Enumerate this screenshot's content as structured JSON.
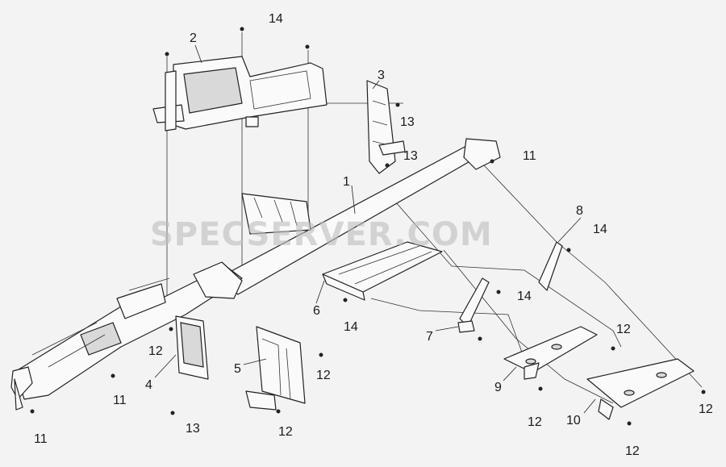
{
  "watermark": "SPECSERVER.COM",
  "callouts": [
    {
      "id": "c1",
      "label": "1"
    },
    {
      "id": "c2",
      "label": "2"
    },
    {
      "id": "c3",
      "label": "3"
    },
    {
      "id": "c4",
      "label": "4"
    },
    {
      "id": "c5",
      "label": "5"
    },
    {
      "id": "c6",
      "label": "6"
    },
    {
      "id": "c7",
      "label": "7"
    },
    {
      "id": "c8",
      "label": "8"
    },
    {
      "id": "c9",
      "label": "9"
    },
    {
      "id": "c10",
      "label": "10"
    },
    {
      "id": "c11a",
      "label": "11"
    },
    {
      "id": "c11b",
      "label": "11"
    },
    {
      "id": "c11c",
      "label": "11"
    },
    {
      "id": "c12a",
      "label": "12"
    },
    {
      "id": "c12b",
      "label": "12"
    },
    {
      "id": "c12c",
      "label": "12"
    },
    {
      "id": "c12d",
      "label": "12"
    },
    {
      "id": "c12e",
      "label": "12"
    },
    {
      "id": "c12f",
      "label": "12"
    },
    {
      "id": "c12g",
      "label": "12"
    },
    {
      "id": "c13a",
      "label": "13"
    },
    {
      "id": "c13b",
      "label": "13"
    },
    {
      "id": "c13c",
      "label": "13"
    },
    {
      "id": "c14a",
      "label": "14"
    },
    {
      "id": "c14b",
      "label": "14"
    },
    {
      "id": "c14c",
      "label": "14"
    },
    {
      "id": "c14d",
      "label": "14"
    }
  ]
}
